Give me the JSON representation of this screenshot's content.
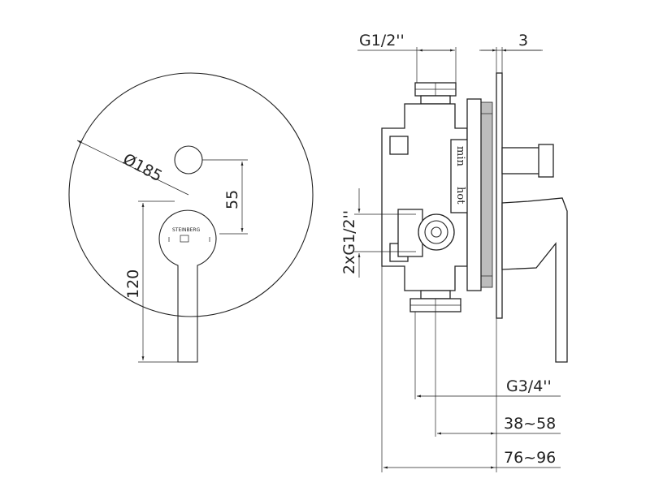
{
  "front_view": {
    "diameter_label": "Ø185",
    "height_diverter_label": "55",
    "height_handle_label": "120",
    "brand_label": "STEINBERG"
  },
  "side_view": {
    "inlet_label": "G1/2''",
    "plate_label": "3",
    "side_inlets_label": "2xG1/2''",
    "outlet_label": "G3/4''",
    "depth_min_label": "38~58",
    "depth_max_label": "76~96",
    "min_label": "min",
    "hot_label": "hot"
  }
}
